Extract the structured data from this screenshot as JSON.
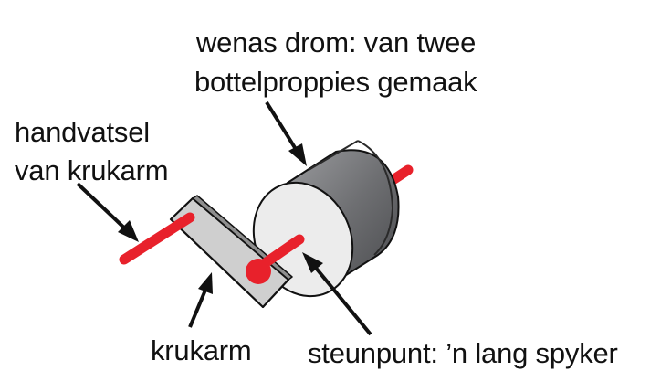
{
  "labels": {
    "drum_line1": "wenas drom: van twee",
    "drum_line2": "bottelproppies gemaak",
    "handle_line1": "handvatsel",
    "handle_line2": "van krukarm",
    "crank": "krukarm",
    "pivot": "steunpunt: ’n lang spyker"
  },
  "colors": {
    "axle_red": "#e8212b",
    "drum_dark": "#6a6b6e",
    "drum_face": "#ececec",
    "crank_plate": "#cfcfcf",
    "outline": "#111111"
  }
}
